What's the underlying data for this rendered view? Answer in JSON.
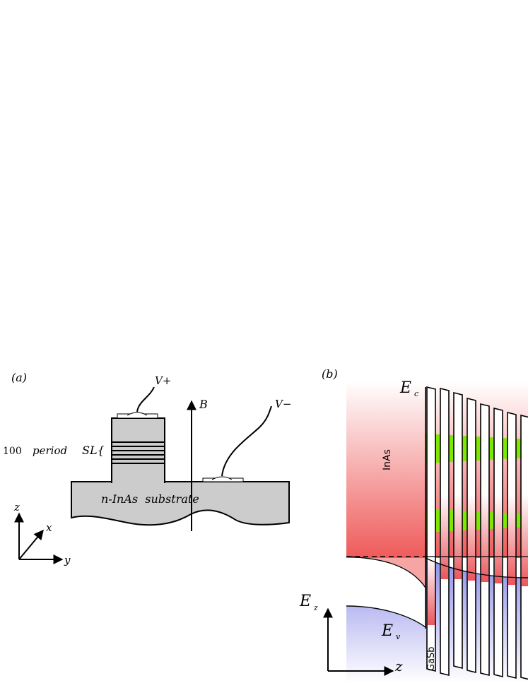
{
  "panel_a": {
    "label": "(a)",
    "v_plus": "V+",
    "v_minus": "V−",
    "field": "B",
    "sl_count": "100",
    "sl_text": "period",
    "sl_abbrev": "SL{",
    "substrate": "n-InAs  substrate",
    "axis_x": "x",
    "axis_y": "y",
    "axis_z": "z"
  },
  "panel_b": {
    "label": "(b)",
    "conduction_band": "E",
    "conduction_sub": "c",
    "valence_band": "E",
    "valence_sub": "v",
    "energy_axis": "E",
    "energy_sub": "z",
    "position_axis": "z",
    "material_left": "InAs",
    "material_barrier": "GaSb"
  },
  "colors": {
    "substrate_fill": "#cccccc",
    "inas_red": "#ef5a5a",
    "valence_blue": "#8f8fea",
    "miniband_green": "#7fe800"
  }
}
